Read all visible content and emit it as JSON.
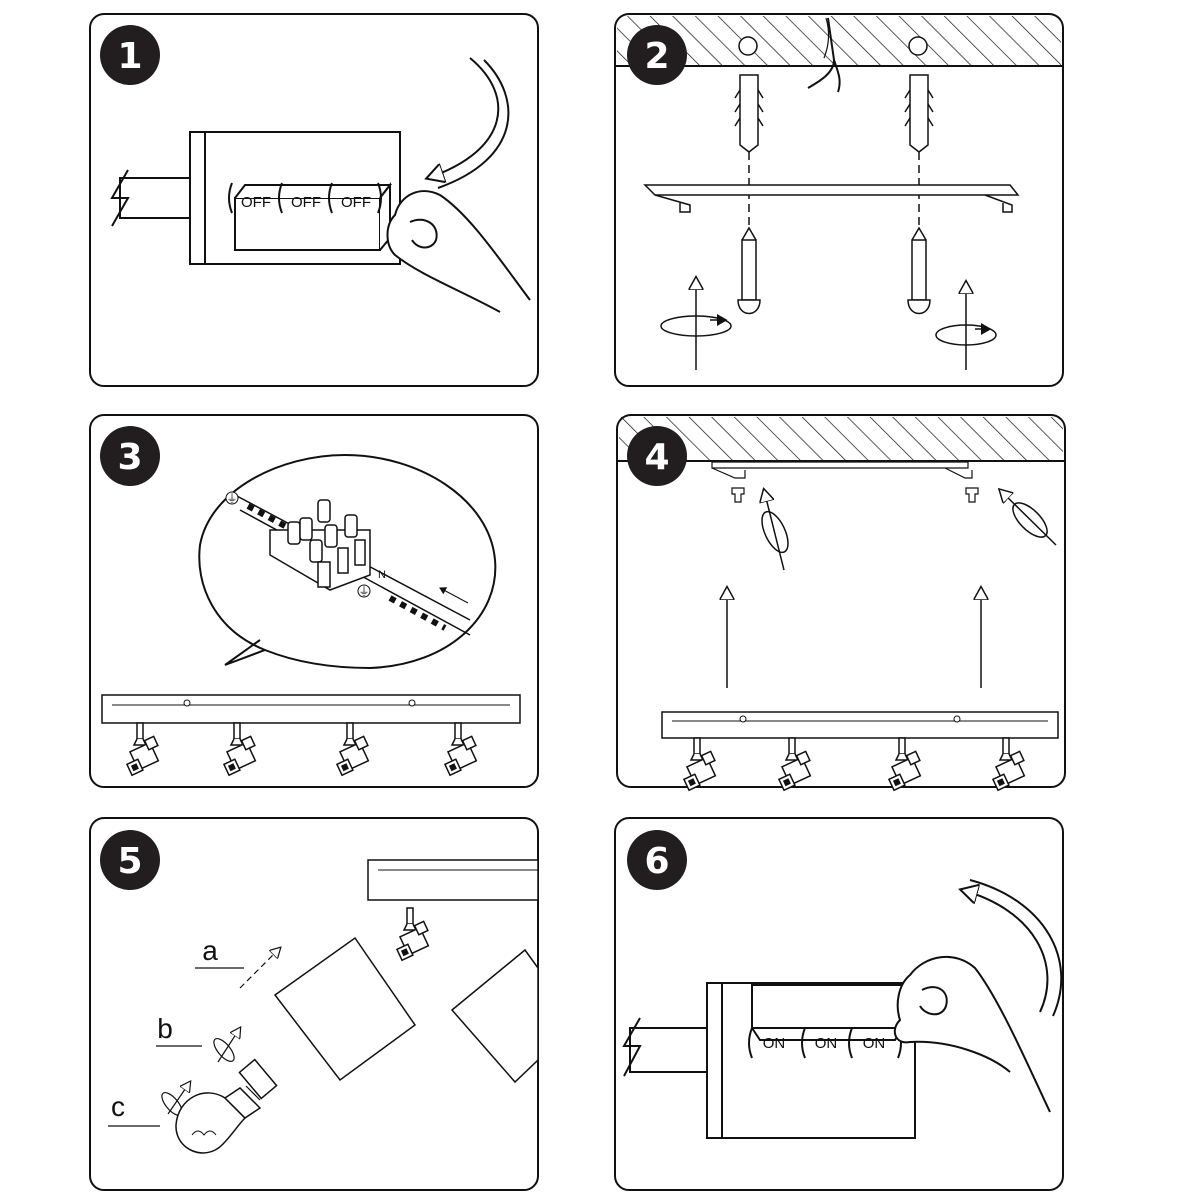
{
  "steps": [
    {
      "number": "1",
      "switch_labels": [
        "OFF",
        "OFF",
        "OFF"
      ]
    },
    {
      "number": "2"
    },
    {
      "number": "3",
      "polarity_labels": [
        "⏚",
        "N",
        "⏚"
      ]
    },
    {
      "number": "4"
    },
    {
      "number": "5",
      "sub_labels": [
        "a",
        "b",
        "c"
      ]
    },
    {
      "number": "6",
      "switch_labels": [
        "ON",
        "ON",
        "ON"
      ]
    }
  ],
  "colors": {
    "line": "#111111",
    "badge": "#221e1f",
    "background": "#ffffff"
  },
  "icons": [
    "curved-arrow-icon",
    "hand-icon",
    "rotation-arrow-icon",
    "straight-arrow-icon",
    "spotlight-icon",
    "bulb-icon"
  ]
}
